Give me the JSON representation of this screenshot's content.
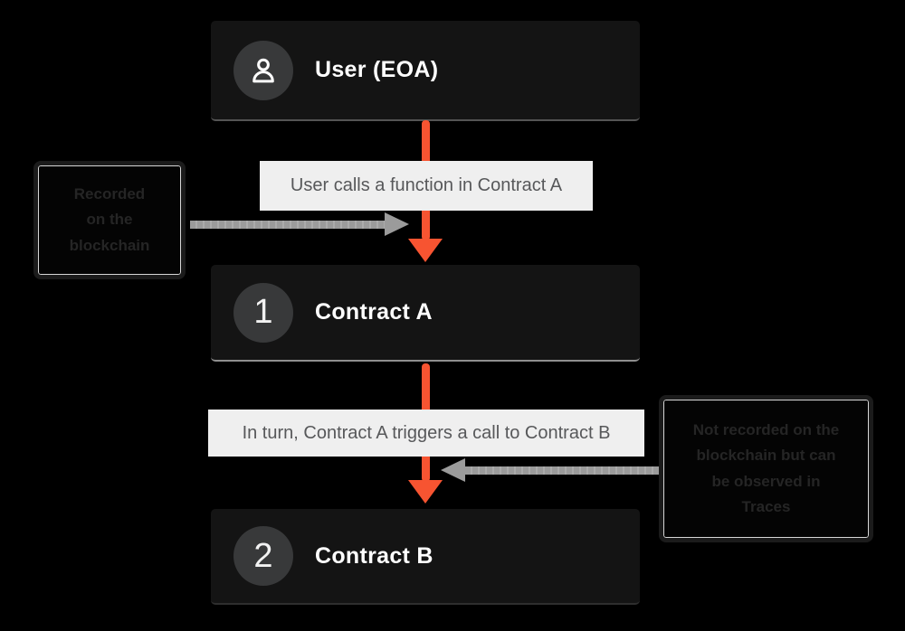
{
  "nodes": {
    "user": {
      "label": "User (EOA)"
    },
    "contract_a": {
      "number": "1",
      "label": "Contract A"
    },
    "contract_b": {
      "number": "2",
      "label": "Contract B"
    }
  },
  "edge_labels": {
    "user_to_a": "User calls a function in Contract A",
    "a_to_b": "In turn, Contract A triggers a call to Contract B"
  },
  "callouts": {
    "left": {
      "lines": [
        "Recorded",
        "on the",
        "blockchain"
      ]
    },
    "right": {
      "lines": [
        "Not recorded on the",
        "blockchain but can",
        "be observed in",
        "Traces"
      ]
    }
  },
  "colors": {
    "background": "#000000",
    "node_background": "#141414",
    "badge_background": "#38393a",
    "flow_arrow_orange": "#f75431",
    "pointer_arrow_gray": "#9b9b9b",
    "label_strip_background": "#efefef",
    "label_strip_text": "#57585a",
    "callout_hairline": "#d6d6d6",
    "callout_text": "#252525"
  }
}
